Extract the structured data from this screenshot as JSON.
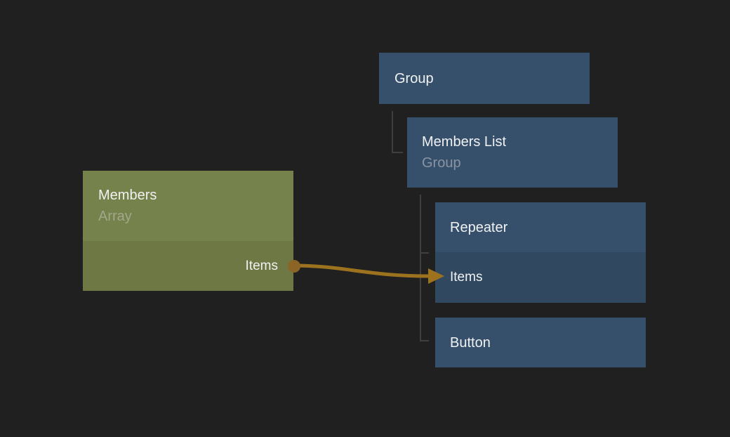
{
  "canvas": {
    "background": "#202021"
  },
  "palette": {
    "node_blue": "#36506c",
    "node_blue_port_row": "#314861",
    "node_green": "#76824b",
    "node_green_port_row": "#6d7845",
    "title_text": "#f0f1f2",
    "subtitle_text_on_blue": "#8b93a1",
    "subtitle_text_on_green": "#a1a78a",
    "tree_line": "#3f3f3f",
    "wire": "#9c721f",
    "wire_dot": "#8a6526"
  },
  "nodes": {
    "group": {
      "title": "Group"
    },
    "members_list": {
      "title": "Members List",
      "subtitle": "Group"
    },
    "repeater": {
      "title": "Repeater",
      "input_port": "Items"
    },
    "button": {
      "title": "Button"
    },
    "members": {
      "title": "Members",
      "subtitle": "Array",
      "output_port": "Items"
    }
  }
}
